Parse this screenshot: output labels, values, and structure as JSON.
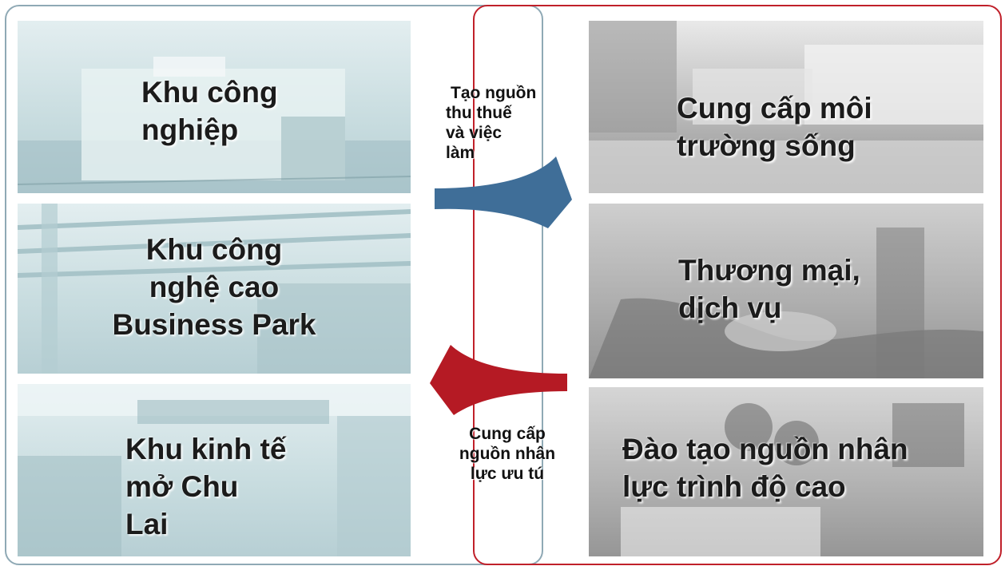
{
  "tiles_left": [
    {
      "label": "Khu công nghiệp",
      "line1": "Khu công",
      "line2": "nghiệp"
    },
    {
      "label": "Khu công nghệ cao Business Park",
      "line1": "Khu công",
      "line2": "nghệ cao",
      "line3": "Business Park"
    },
    {
      "label": "Khu kinh tế mở Chu Lai",
      "line1": "Khu kinh tế",
      "line2": "mở Chu",
      "line3": "Lai"
    }
  ],
  "tiles_right": [
    {
      "label": "Cung cấp môi trường sống",
      "line1": "Cung cấp môi",
      "line2": "trường sống"
    },
    {
      "label": "Thương mại, dịch vụ",
      "line1": "Thương mại,",
      "line2": "dịch vụ"
    },
    {
      "label": "Đào tạo nguồn nhân lực trình độ cao",
      "line1": "Đào tạo nguồn nhân",
      "line2": "lực trình độ cao"
    }
  ],
  "flows": {
    "to_right": {
      "line1": "Tạo nguồn",
      "line2": "thu thuế",
      "line3": "và việc",
      "line4": "làm",
      "color": "#3f6e98"
    },
    "to_left": {
      "line1": "Cung cấp",
      "line2": "nguồn nhân",
      "line3": "lực ưu tú",
      "color": "#b51a24"
    }
  },
  "colors": {
    "left_frame": "#8fa9b5",
    "right_frame": "#c0202a",
    "left_tile_tint": "#c9dde0",
    "right_tile_tint": "#b9b9b9"
  }
}
